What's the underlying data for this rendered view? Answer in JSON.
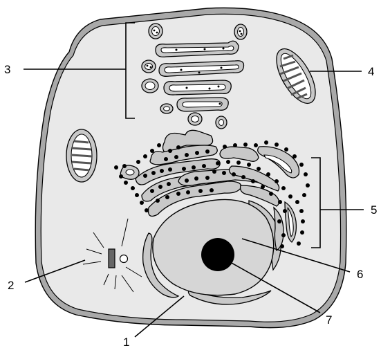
{
  "labels": {
    "l1": "1",
    "l2": "2",
    "l3": "3",
    "l4": "4",
    "l5": "5",
    "l6": "6",
    "l7": "7"
  },
  "colors": {
    "cytoplasm": "#e9e9e9",
    "membrane": "#a9a9a9",
    "nucleus": "#d6d6d6",
    "nucleolus": "#000000",
    "organelle_wall": "#c8c8c8"
  }
}
